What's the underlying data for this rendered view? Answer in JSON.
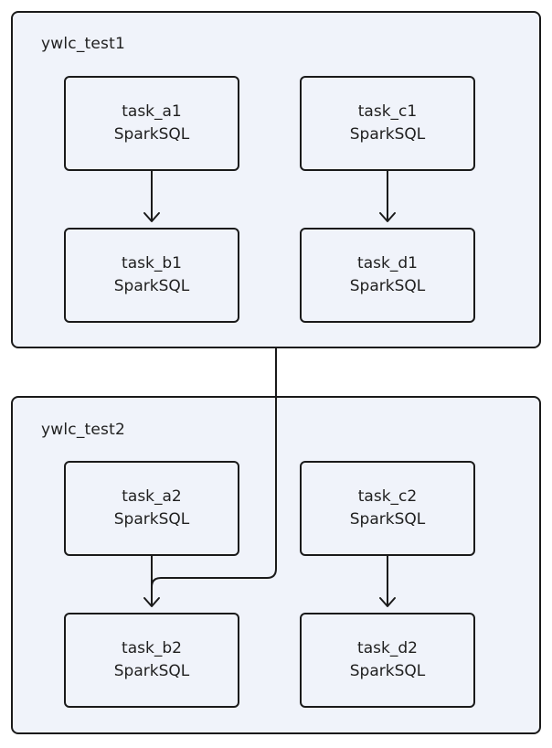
{
  "groups": [
    {
      "label": "ywlc_test1",
      "tasks": [
        {
          "name": "task_a1",
          "type": "SparkSQL"
        },
        {
          "name": "task_b1",
          "type": "SparkSQL"
        },
        {
          "name": "task_c1",
          "type": "SparkSQL"
        },
        {
          "name": "task_d1",
          "type": "SparkSQL"
        }
      ]
    },
    {
      "label": "ywlc_test2",
      "tasks": [
        {
          "name": "task_a2",
          "type": "SparkSQL"
        },
        {
          "name": "task_b2",
          "type": "SparkSQL"
        },
        {
          "name": "task_c2",
          "type": "SparkSQL"
        },
        {
          "name": "task_d2",
          "type": "SparkSQL"
        }
      ]
    }
  ],
  "edges": [
    {
      "from": "task_a1",
      "to": "task_b1"
    },
    {
      "from": "task_c1",
      "to": "task_d1"
    },
    {
      "from": "task_a2",
      "to": "task_b2"
    },
    {
      "from": "task_c2",
      "to": "task_d2"
    },
    {
      "from": "ywlc_test1",
      "to": "task_b2"
    }
  ]
}
